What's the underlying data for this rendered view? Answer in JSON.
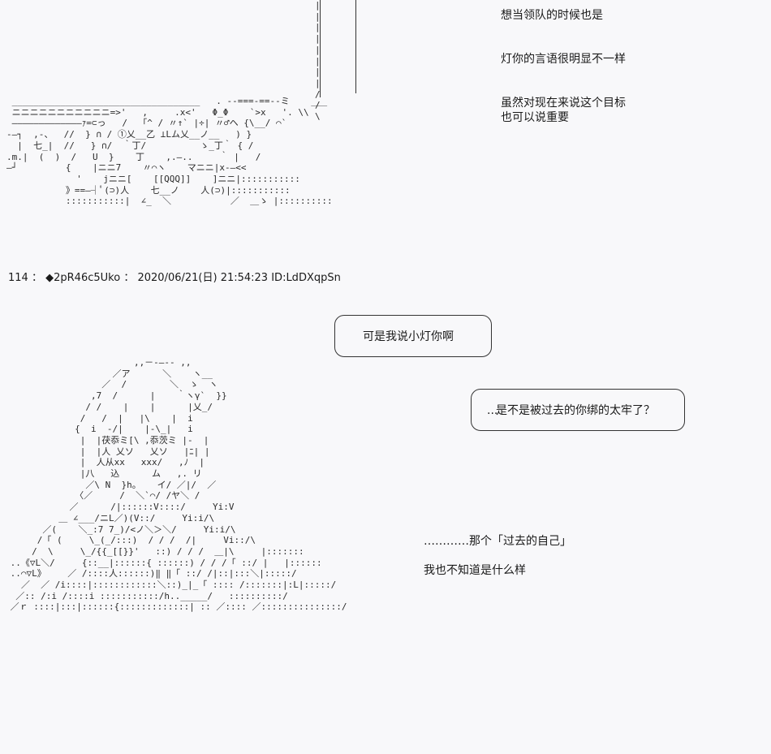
{
  "narration_top": {
    "line1": "想当领队的时候也是",
    "line2": "灯你的言语很明显不一样",
    "line3": "虽然对现在来说这个目标",
    "line4": "也可以说重要"
  },
  "post": {
    "number": "114",
    "separator": "：",
    "trip": "◆2pR46c5Uko",
    "date": "2020/06/21(日) 21:54:23",
    "id": "ID:LdDXqpSn"
  },
  "bubbles": {
    "b1": "可是我说小灯你啊",
    "b2": "是不是被过去的你绑的太牢了？",
    "b2_lead": "..."
  },
  "narration_bottom": {
    "line1": "…………那个「过去的自己」",
    "line2": "我也不知道是什么样"
  },
  "art": {
    "top_left": " ___________________________________   . --===-==--ミ    ___\n ニニニニニニニニニニニ=>'   ,     .x<'   Φ_Φ    `>x   '. \\\\\n ―――――――――――――ｧ=⊂っ   /  「^ / 〃↑` |÷| 〃♂ヘ {\\__/ ⌒`\n‐―┐  ,-、  //  } ∩ / ①乂__乙 ⊥Lム乂__ノ__   ) }\n  |  七_|  //   } ∩/  ｀丁/          ゝ_丁｀ { /\n.m.|  (  )  /   U  }    丁    ,.―..     ｀ |   /\n―┘         {    |ニニ7    〃⌒ヽ    マニニ|x-―<<\n             '    jニニ[    [[QQQ]]    ]ニニ|:::::::::::\n           》==―┤ﾟ(⊃)人    七__ノ    人(⊃)|:::::::::::\n           :::::::::::|  ∠_  ＼           ／  ＿ゝ |::::::::::",
    "cliff": "|\n|\n|\n|\n|\n|\n|\n|\n/\n/\n\\",
    "character": "                        ,,－‐―‐- ,,\n                    ／ア      ＼    ヽ__\n                  ／  /        ＼  ゝ  ヽ\n                ,7  /      |    ｀ヽγ`  }}\n               / /    |    |      |乂_/ \n              /   /  |   |\\    |  i\n             {  i  -/|    |-\\_|   i \n              |  |茯忝ミ[\\ ,忝茨ミ |-  | \n              |  |人 乂ソ   乂ソ   |ﾆ| |\n              |  人从xx   xxx/   ,ﾉ  |\n              |八   込      ム   ,. リ\n               ／\\ N  }h。   イ/ ／|/  ／\n             〈／     /  ＼`⌒/ /ヤ＼ /\n            ／      /|::::::V::::/     Yi:V\n          ＿ ∠___/ニL／)(V::/     Yi:i/\\\n       ／(    ＼_:7 7_)/<ノ＼＞＼/     Yi:i/\\\n      /「 (     \\_(_/:::)  / / /  /|     Vi::/\\\n     /  \\     \\_/{{_[[}}'   ::) / / /  ＿|\\     |:::::::\n ..《▽L＼/     {::__|::::::{ ::::::) / / /「 ::/ |   |::::::\n ..⌒▽L》    ／ /::::人::::::)‖ ‖「 ::/ /|::|:::＼|:::::/\n   ／  ／ /i::::|::::::::::::＼::)_|_「 :::: /:::::::|:L|:::::/\n  ／:: /:i /::::i :::::::::::/h.._____/   ::::::::::/\n ／ｒ ::::|:::|::::::{:::::::::::::| :: ／:::: ／:::::::::::::::/"
  }
}
